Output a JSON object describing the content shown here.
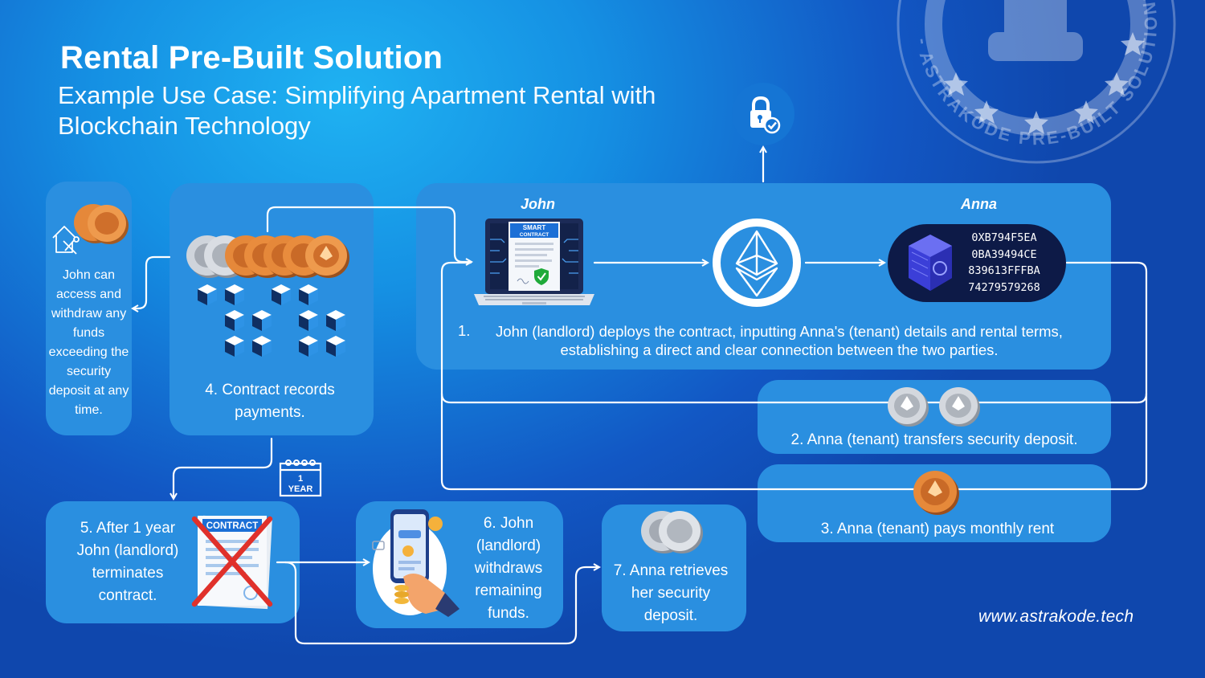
{
  "header": {
    "title": "Rental Pre-Built Solution",
    "subtitle": "Example Use Case: Simplifying Apartment Rental with Blockchain Technology"
  },
  "seal": {
    "ring_text": "- ASTRAKODE PRE-BUILT SOLUTIONS - RENTAL -"
  },
  "parties": {
    "landlord": "John",
    "tenant": "Anna"
  },
  "laptop": {
    "screen_label_line1": "SMART",
    "screen_label_line2": "CONTRACT"
  },
  "wallet_address": {
    "lines": [
      "0XB794F5EA",
      "0BA39494CE",
      "839613FFFBA",
      "74279579268"
    ]
  },
  "steps": {
    "s1_number": "1.",
    "s1_text": "John (landlord) deploys the contract, inputting Anna's (tenant) details and rental terms, establishing a direct and clear connection between the two parties.",
    "s2": "2. Anna (tenant) transfers security deposit.",
    "s3": "3. Anna (tenant) pays monthly rent",
    "s4": "4. Contract records payments.",
    "s5": "5. After 1 year John (landlord) terminates contract.",
    "s6": "6. John (landlord) withdraws remaining funds.",
    "s7": "7. Anna retrieves her security deposit.",
    "side_note": "John can access and withdraw any funds exceeding the security deposit at any time."
  },
  "calendar": {
    "line1": "1",
    "line2": "YEAR"
  },
  "contract_doc": {
    "label": "CONTRACT"
  },
  "footer": {
    "url": "www.astrakode.tech"
  },
  "colors": {
    "background_light": "#1fb2f2",
    "background_dark": "#0f47ad",
    "panel": "#2a8fe0",
    "coin_gold": "#e0893a",
    "coin_silver": "#c9ced6",
    "wallet_dark": "#0d1a47",
    "cross_red": "#e0312b"
  },
  "icons": [
    "lock-check-icon",
    "ethereum-icon",
    "laptop-smart-contract-icon",
    "vault-icon",
    "house-tools-icon",
    "calendar-icon",
    "phone-payment-icon",
    "crossed-contract-icon",
    "coin-stack-icon",
    "seal-stamp-icon"
  ]
}
